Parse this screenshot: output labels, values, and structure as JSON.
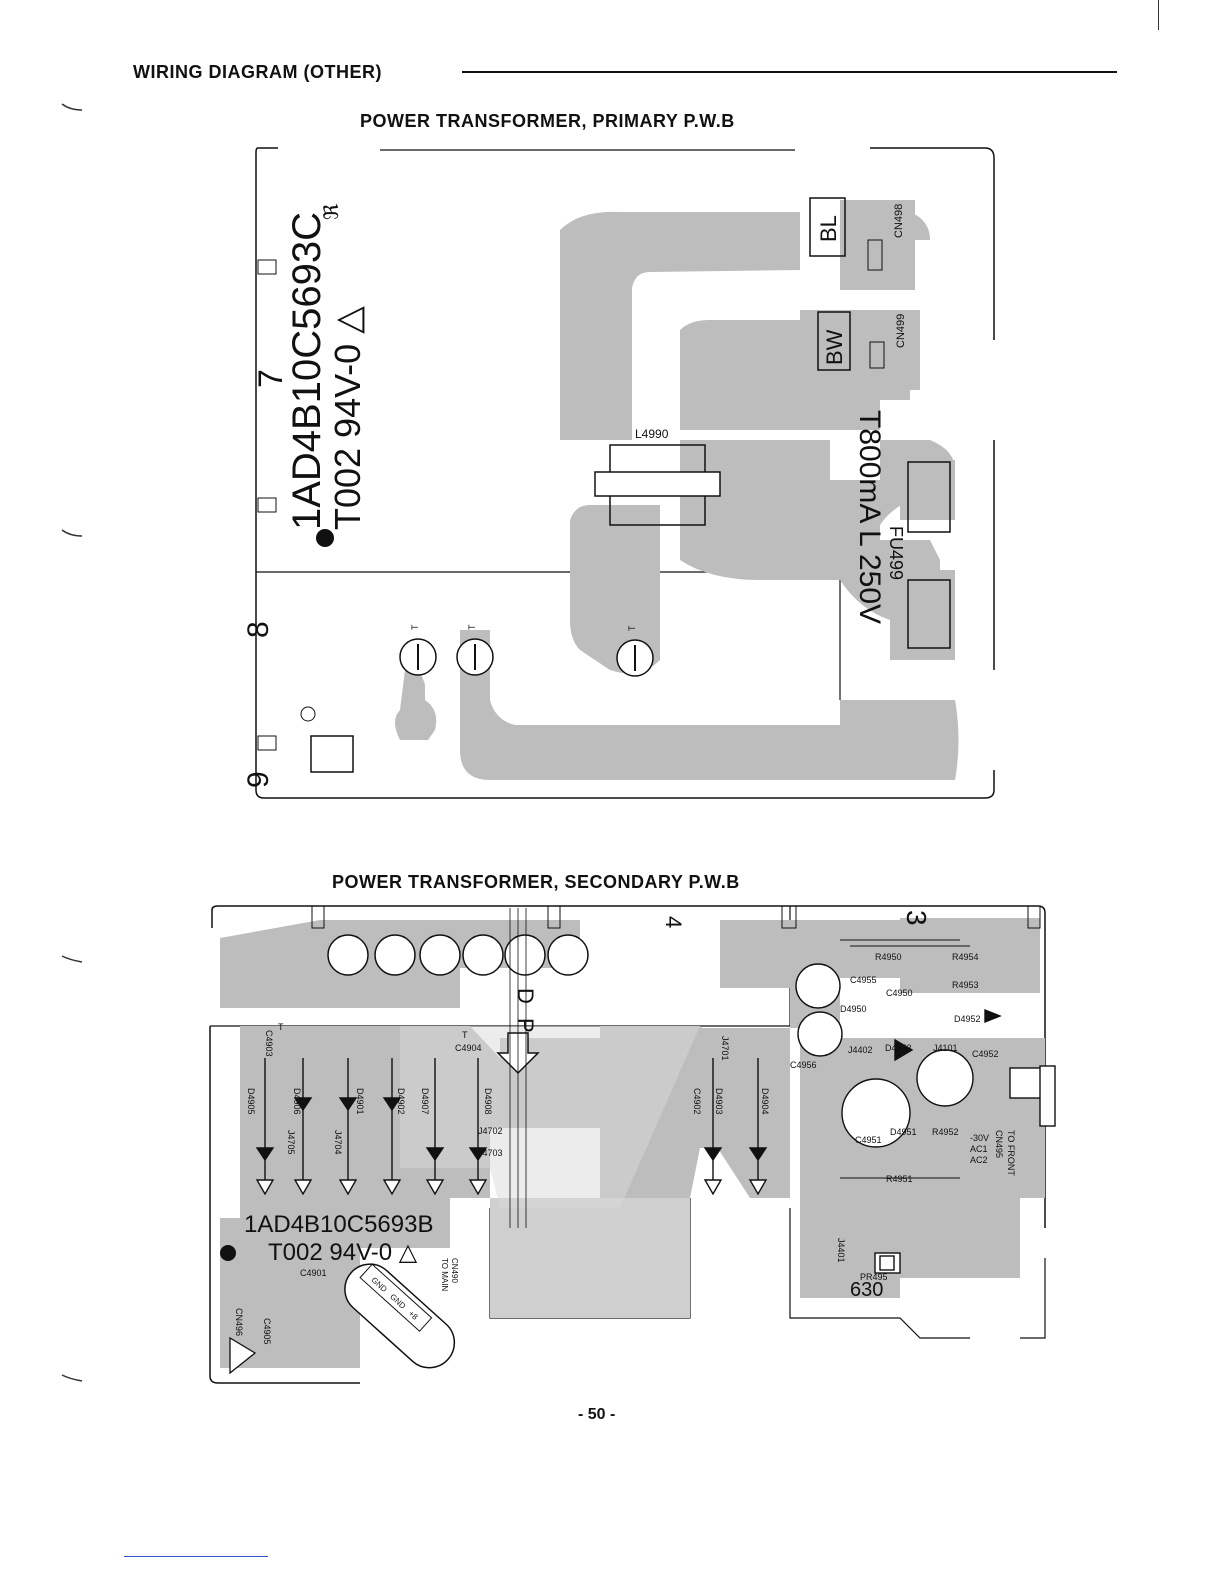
{
  "header": {
    "title": "WIRING DIAGRAM (OTHER)"
  },
  "primary": {
    "title": "POWER TRANSFORMER, PRIMARY P.W.B",
    "board_code": "1AD4B10C5693C",
    "board_line2": "T002 94V-0 △",
    "seven": "7",
    "eight": "8",
    "nine": "9",
    "label_bl": "BL",
    "label_bw": "BW",
    "cn498": "CN498",
    "cn499": "CN499",
    "l4990": "L4990",
    "fuse_rating": "T800mA L 250V",
    "fu499": "FU499",
    "t": "T"
  },
  "secondary": {
    "title": "POWER TRANSFORMER, SECONDARY P.W.B",
    "board_code": "1AD4B10C5693B",
    "board_line2": "T002 94V-0 △",
    "three": "3",
    "four": "4",
    "d": "D",
    "p": "P",
    "t": "T",
    "r4950": "R4950",
    "r4954": "R4954",
    "r4953": "R4953",
    "c4955": "C4955",
    "c4950": "C4950",
    "d4950": "D4950",
    "d4952": "D4952",
    "j4402": "J4402",
    "d4953": "D4953",
    "j4101": "J4101",
    "c4952": "C4952",
    "c4956": "C4956",
    "c4951": "C4951",
    "d4951": "D4951",
    "r4952": "R4952",
    "r4951": "R4951",
    "cn495": "CN495",
    "to_front": "TO FRONT",
    "v30": "-30V",
    "ac1": "AC1",
    "ac2": "AC2",
    "c4903": "C4903",
    "c4904": "C4904",
    "d4905": "D4905",
    "d4906": "D4906",
    "d4901": "D4901",
    "d4902": "D4902",
    "d4907": "D4907",
    "d4908": "D4908",
    "j4705": "J4705",
    "j4704": "J4704",
    "j4702": "J4702",
    "j4703": "J4703",
    "j4701": "J4701",
    "c4902": "C4902",
    "d4903": "D4903",
    "d4904": "D4904",
    "c4901": "C4901",
    "cn490": "CN490",
    "to_main": "TO MAIN",
    "gnd": "GND",
    "p8": "+8",
    "cn496": "CN496",
    "c4905": "C4905",
    "j4401": "J4401",
    "pr495": "PR495",
    "n630": "630"
  },
  "footer": {
    "page": "- 50 -"
  },
  "colors": {
    "trace": "#bdbdbd",
    "line": "#111111"
  }
}
